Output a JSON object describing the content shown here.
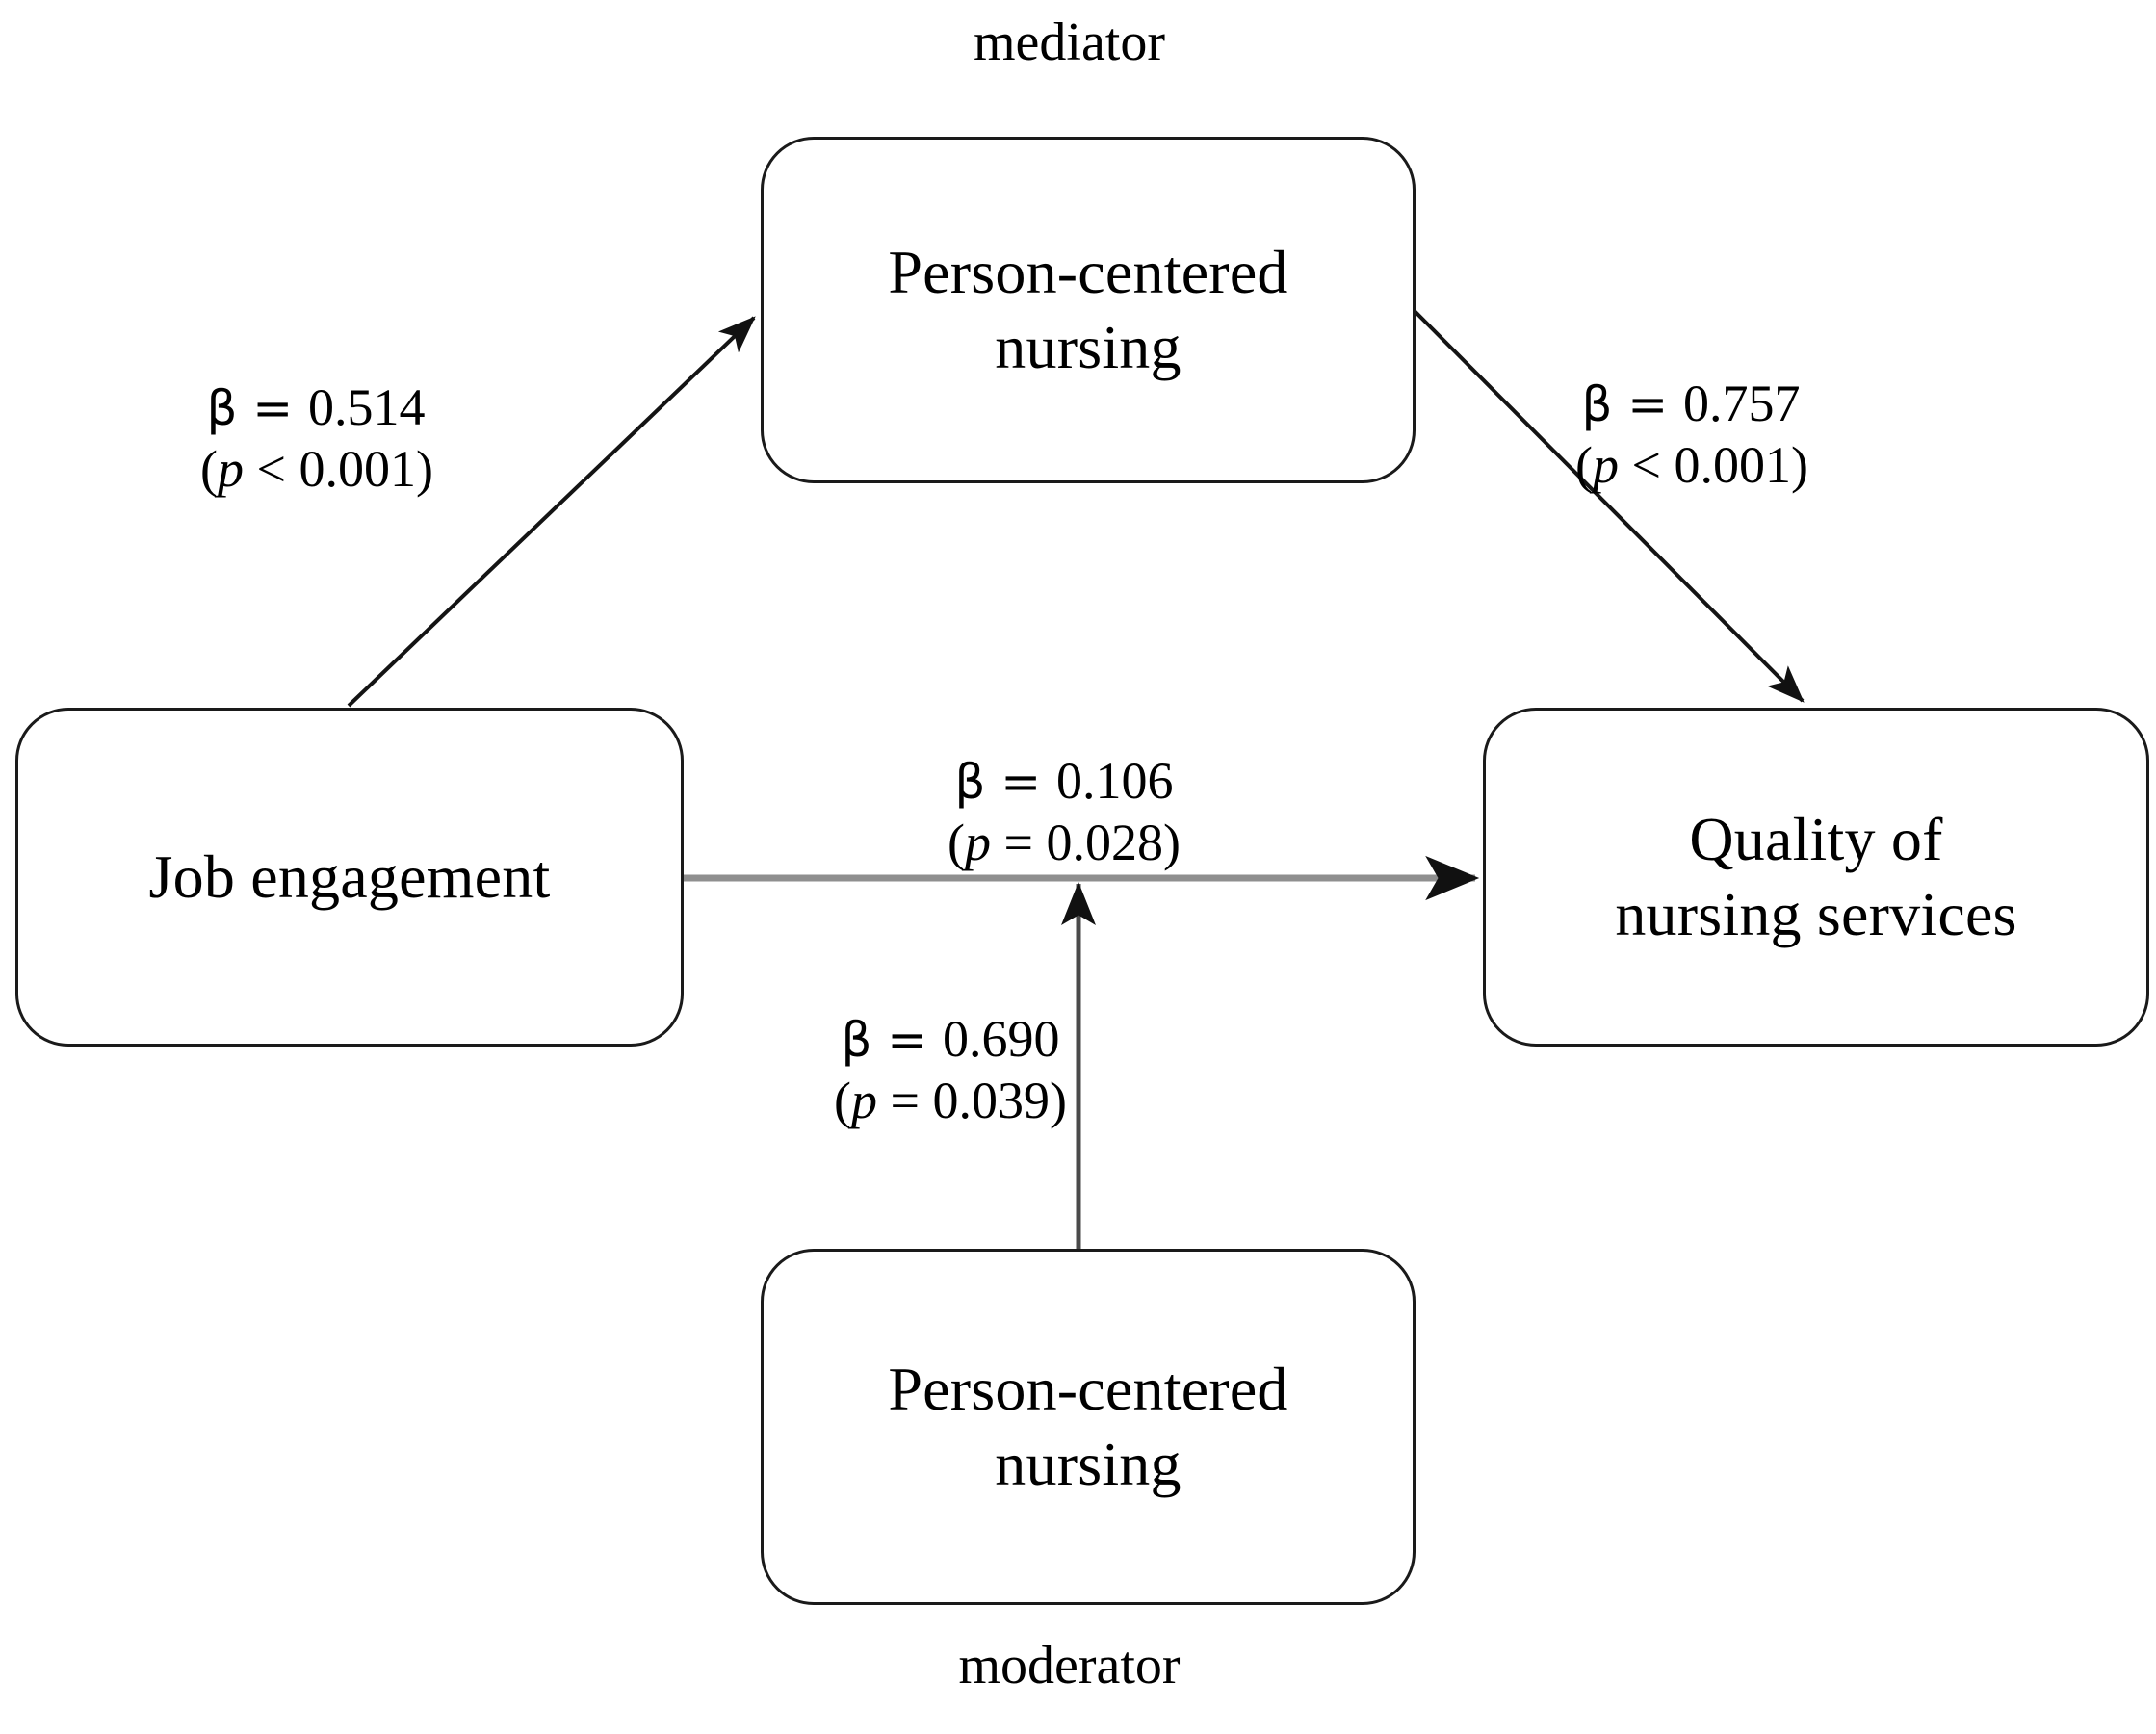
{
  "diagram": {
    "title": "Mediation and moderation model of job engagement, person-centered nursing and quality of nursing services",
    "captions": {
      "mediator": "mediator",
      "moderator": "moderator"
    },
    "nodes": [
      {
        "id": "mediator",
        "label": "Person-centered\nnursing",
        "role": "mediator"
      },
      {
        "id": "predictor",
        "label": "Job engagement",
        "role": "independent-variable"
      },
      {
        "id": "outcome",
        "label": "Quality of\nnursing services",
        "role": "dependent-variable"
      },
      {
        "id": "moderator",
        "label": "Person-centered\nnursing",
        "role": "moderator"
      }
    ],
    "paths": [
      {
        "id": "a",
        "from": "Job engagement",
        "to": "Person-centered nursing (mediator)",
        "beta_symbol": "β",
        "beta_text": "β = 0.514",
        "beta_value": "0.514",
        "p_text": "(p < 0.001)",
        "p_operator": "<",
        "p_value": "0.001",
        "arrow_color": "#1a1a1a"
      },
      {
        "id": "b",
        "from": "Person-centered nursing (mediator)",
        "to": "Quality of nursing services",
        "beta_symbol": "β",
        "beta_text": "β = 0.757",
        "beta_value": "0.757",
        "p_text": "(p < 0.001)",
        "p_operator": "<",
        "p_value": "0.001",
        "arrow_color": "#1a1a1a"
      },
      {
        "id": "c",
        "from": "Job engagement",
        "to": "Quality of nursing services",
        "beta_symbol": "β",
        "beta_text": "β = 0.106",
        "beta_value": "0.106",
        "p_text": "(p = 0.028)",
        "p_operator": "=",
        "p_value": "0.028",
        "arrow_color": "#8c8c8c"
      },
      {
        "id": "w",
        "from": "Person-centered nursing (moderator)",
        "to": "Job engagement → Quality of nursing services path",
        "beta_symbol": "β",
        "beta_text": "β = 0.690",
        "beta_value": "0.690",
        "p_text": "(p = 0.039)",
        "p_operator": "=",
        "p_value": "0.039",
        "arrow_color": "#4d4d4d"
      }
    ],
    "colors": {
      "background": "#ffffff",
      "node_border": "#1a1a1a",
      "node_fill": "#ffffff",
      "text": "#000000",
      "direct_path_gray": "#8c8c8c",
      "moderator_path_gray": "#4d4d4d"
    },
    "label_parts": {
      "a": {
        "beta_prefix": "β = ",
        "beta_num": "0.514",
        "paren_open": "(",
        "p": "p",
        "op": " < ",
        "pnum": "0.001",
        "paren_close": ")"
      },
      "b": {
        "beta_prefix": "β = ",
        "beta_num": "0.757",
        "paren_open": "(",
        "p": "p",
        "op": " < ",
        "pnum": "0.001",
        "paren_close": ")"
      },
      "c": {
        "beta_prefix": "β = ",
        "beta_num": "0.106",
        "paren_open": "(",
        "p": "p",
        "op": " = ",
        "pnum": "0.028",
        "paren_close": ")"
      },
      "w": {
        "beta_prefix": "β = ",
        "beta_num": "0.690",
        "paren_open": "(",
        "p": "p",
        "op": " = ",
        "pnum": "0.039",
        "paren_close": ")"
      }
    }
  },
  "chart_data": {
    "type": "diagram",
    "title": "Mediated moderation path model",
    "nodes": [
      "Job engagement",
      "Person-centered nursing",
      "Quality of nursing services",
      "Person-centered nursing"
    ],
    "edges": [
      {
        "source": "Job engagement",
        "target": "Person-centered nursing",
        "beta": 0.514,
        "p": 0.001,
        "p_operator": "<"
      },
      {
        "source": "Person-centered nursing",
        "target": "Quality of nursing services",
        "beta": 0.757,
        "p": 0.001,
        "p_operator": "<"
      },
      {
        "source": "Job engagement",
        "target": "Quality of nursing services",
        "beta": 0.106,
        "p": 0.028,
        "p_operator": "="
      },
      {
        "source": "Person-centered nursing",
        "target": "Job engagement -> Quality of nursing services",
        "beta": 0.69,
        "p": 0.039,
        "p_operator": "="
      }
    ]
  }
}
